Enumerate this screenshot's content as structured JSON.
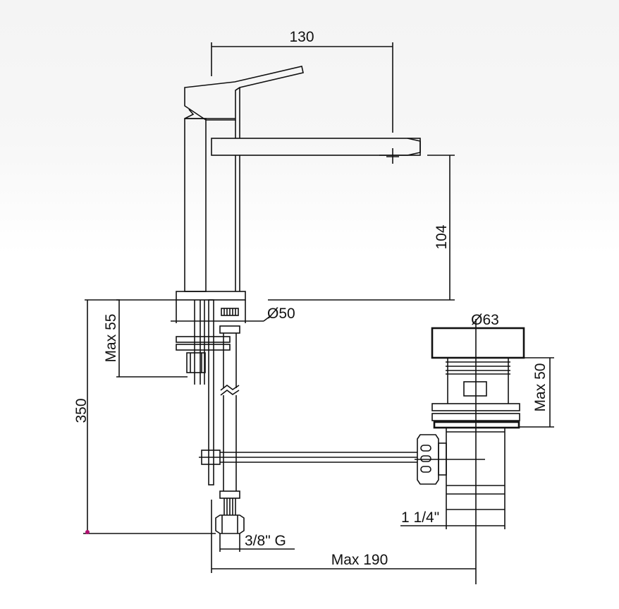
{
  "dimensions": {
    "spout_reach": "130",
    "spout_height": "104",
    "base_diameter": "Ø50",
    "total_height": "350",
    "max_deck_thickness": "Max 55",
    "waste_diameter": "Ø63",
    "waste_max_thickness": "Max 50",
    "inlet_thread": "3/8\" G",
    "waste_thread": "1 1/4\"",
    "max_depth": "Max 190"
  },
  "colors": {
    "line": "#111111",
    "marker": "#b01070",
    "background_top": "#f4f4f4",
    "background_bottom": "#ffffff"
  }
}
